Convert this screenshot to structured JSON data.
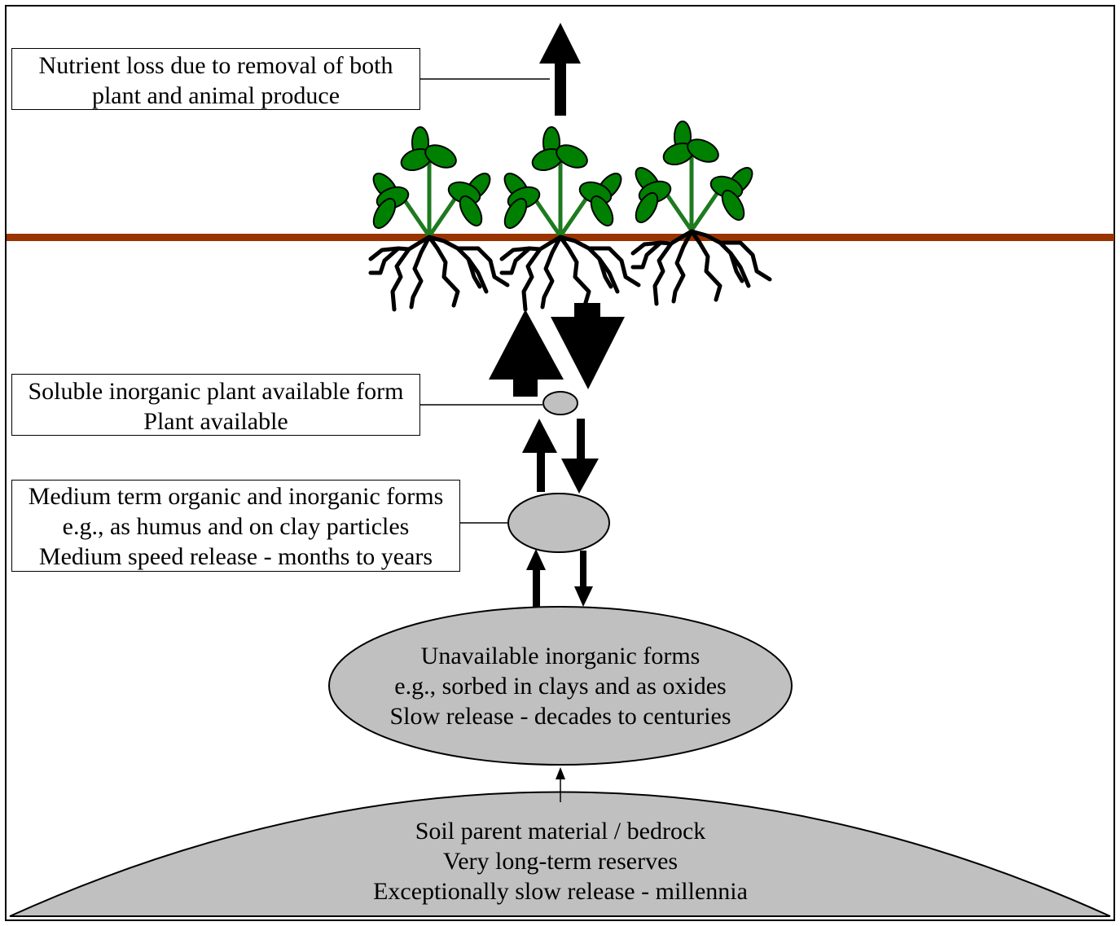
{
  "labels": {
    "nutrient_loss": [
      "Nutrient loss due to removal of both",
      "plant and animal produce"
    ],
    "soluble": [
      "Soluble inorganic plant available form",
      "Plant available"
    ],
    "medium": [
      "Medium term organic and inorganic forms",
      "e.g., as humus and on clay particles",
      "Medium speed release - months to years"
    ],
    "unavailable": [
      "Unavailable inorganic forms",
      "e.g., sorbed in clays and as oxides",
      "Slow release - decades to centuries"
    ],
    "bedrock": [
      "Soil parent material / bedrock",
      "Very long-term reserves",
      "Exceptionally slow release - millennia"
    ]
  },
  "colors": {
    "soil_line": "#993300",
    "leaf": "#008000",
    "stem": "#1e7a1e",
    "pool_fill": "#c0c0c0",
    "arrow": "#000000"
  }
}
